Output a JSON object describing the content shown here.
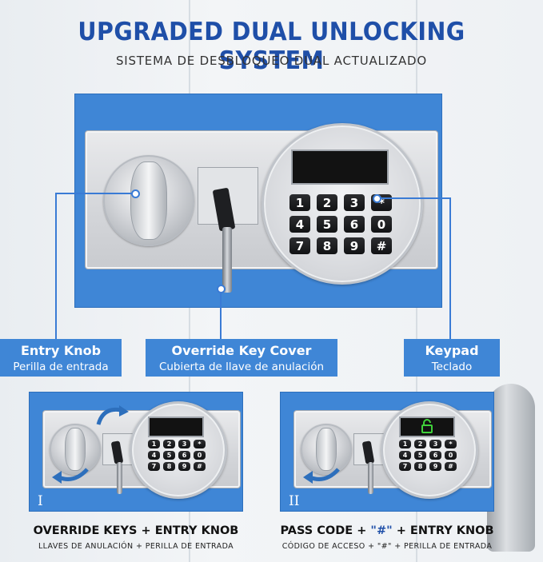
{
  "header": {
    "title": "UPGRADED DUAL UNLOCKING SYSTEM",
    "subtitle": "SISTEMA DE DESBLOQUEO DUAL ACTUALIZADO"
  },
  "keypad_keys": [
    "1",
    "2",
    "3",
    "*",
    "4",
    "5",
    "6",
    "0",
    "7",
    "8",
    "9",
    "#"
  ],
  "callouts": {
    "entry_knob": {
      "en": "Entry Knob",
      "es": "Perilla de entrada"
    },
    "override_key_cover": {
      "en": "Override Key Cover",
      "es": "Cubierta de llave de anulación"
    },
    "keypad": {
      "en": "Keypad",
      "es": "Teclado"
    }
  },
  "methods": [
    {
      "numeral": "I",
      "title": "OVERRIDE KEYS + ENTRY KNOB",
      "subtitle": "LLAVES DE ANULACIÓN + PERILLA DE ENTRADA"
    },
    {
      "numeral": "II",
      "title_pre": "PASS CODE + ",
      "title_hash": "\"#\"",
      "title_post": " + ENTRY KNOB",
      "subtitle": "CÓDIGO DE ACCESO + \"#\" + PERILLA DE ENTRADA"
    }
  ],
  "colors": {
    "brand_blue": "#1f4fa8",
    "safe_blue": "#3f86d6",
    "leader_blue": "#3a7bd5",
    "unlock_green": "#3fd13a"
  }
}
